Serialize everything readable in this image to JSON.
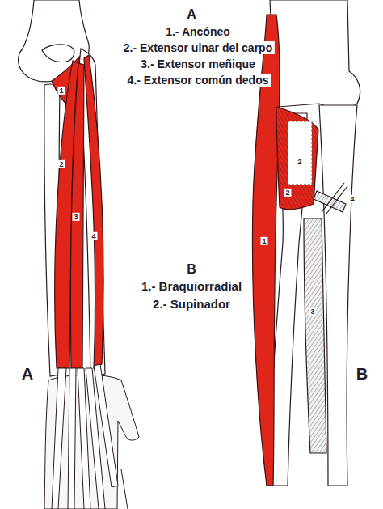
{
  "diagram": {
    "labels": [
      "A",
      "1.- Ancóneo",
      "2.- Extensor ulnar del carpo",
      "3.- Extensor meñique",
      "4.- Extensor común dedos",
      "B",
      "1.- Braquiorradial",
      "2.- Supinador",
      "A",
      "B",
      "1",
      "2",
      "3",
      "4",
      "1",
      "2",
      "2",
      "4",
      "3"
    ]
  }
}
